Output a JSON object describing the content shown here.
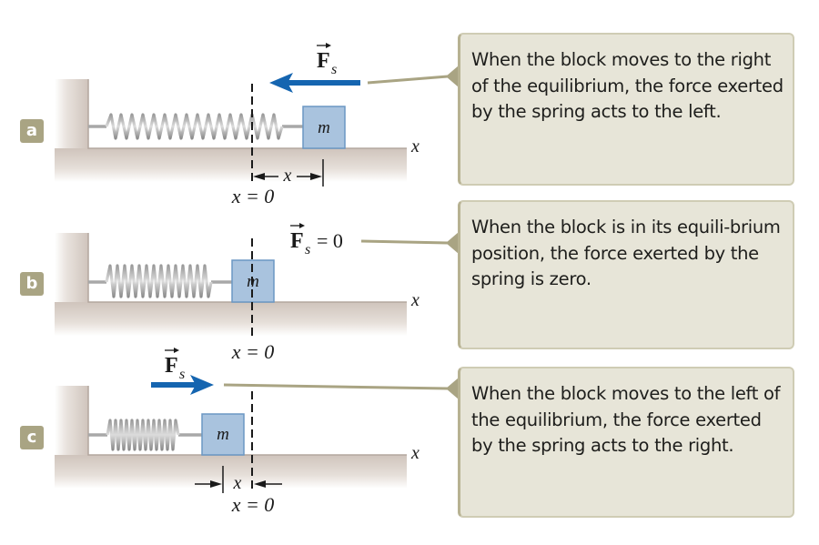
{
  "panels": [
    {
      "badge": "a",
      "force_label": "F",
      "force_subscript": "s",
      "force_direction": "left",
      "mass_label": "m",
      "axis_label": "x",
      "origin_label": "x = 0",
      "displacement_label": "x",
      "callout": "When the block moves to the right of the equilibrium, the force exerted by the spring acts to the left."
    },
    {
      "badge": "b",
      "force_label": "F",
      "force_subscript": "s",
      "force_equation_suffix": "= 0",
      "force_direction": "none",
      "mass_label": "m",
      "axis_label": "x",
      "origin_label": "x = 0",
      "callout": "When the block is in its equili-brium position, the force exerted by the spring is zero."
    },
    {
      "badge": "c",
      "force_label": "F",
      "force_subscript": "s",
      "force_direction": "right",
      "mass_label": "m",
      "axis_label": "x",
      "origin_label": "x = 0",
      "displacement_label": "x",
      "callout": "When the block moves to the left of the equilibrium, the force exerted by the spring acts to the right."
    }
  ],
  "colors": {
    "force_arrow": "#1565b0",
    "block_fill": "#a9c3de",
    "block_edge": "#5f8fbf",
    "callout_bg": "#e7e5d8",
    "leader_line": "#a9a483",
    "badge": "#a9a483"
  }
}
